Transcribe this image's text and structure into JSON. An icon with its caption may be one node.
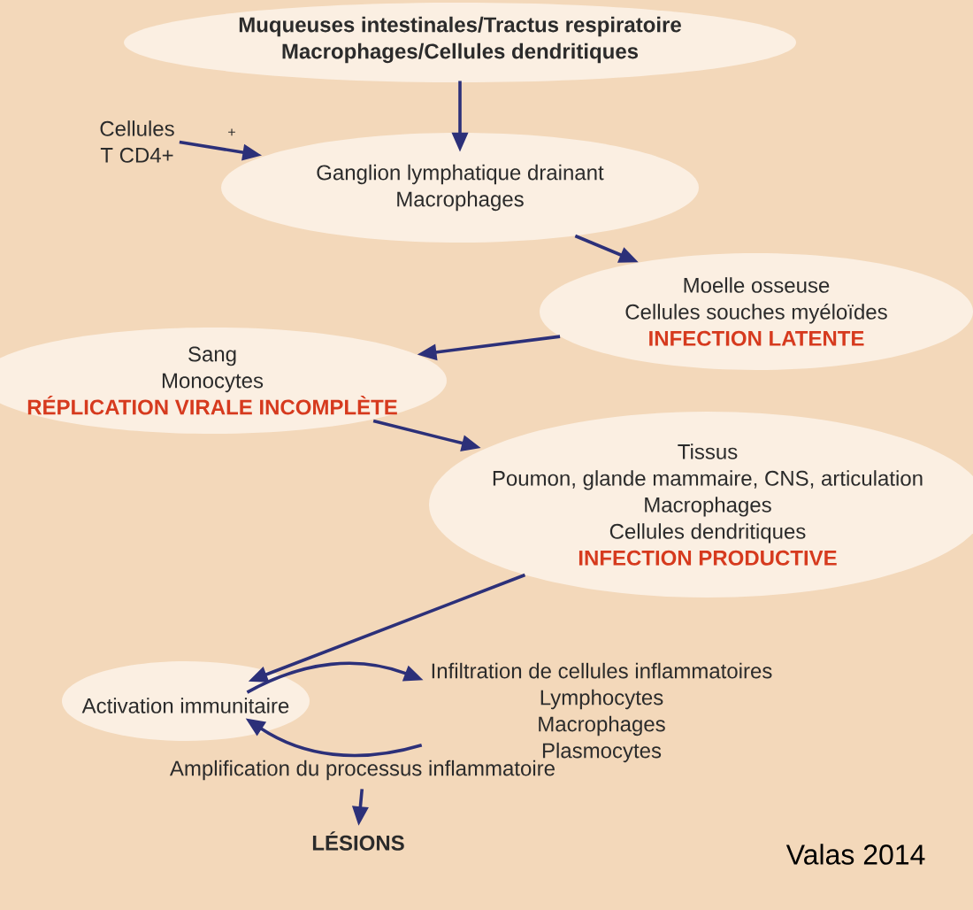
{
  "diagram": {
    "nodes": [
      {
        "text": [
          "Muqueuses intestinales/Tractus respiratoire",
          "Macrophages/Cellules dendritiques"
        ]
      },
      {
        "text": [
          "Cellules",
          "T CD4+"
        ]
      },
      {
        "text": [
          "Ganglion lymphatique drainant",
          "Macrophages"
        ]
      },
      {
        "text": [
          "Moelle osseuse",
          "Cellules souches myéloïdes",
          "INFECTION LATENTE"
        ]
      },
      {
        "text": [
          "Sang",
          "Monocytes",
          "RÉPLICATION VIRALE INCOMPLÈTE"
        ]
      },
      {
        "text": [
          "Tissus",
          "Poumon, glande mammaire, CNS, articulation",
          "Macrophages",
          "Cellules dendritiques",
          "INFECTION PRODUCTIVE"
        ]
      },
      {
        "text": [
          "Activation immunitaire"
        ]
      },
      {
        "text": [
          "Infiltration de cellules  inflammatoires",
          "Lymphocytes",
          "Macrophages",
          "Plasmocytes"
        ]
      },
      {
        "text": [
          "Amplification du processus inflammatoire"
        ]
      },
      {
        "text": [
          "LÉSIONS"
        ]
      }
    ],
    "edges": [
      {
        "from": 0,
        "to": 2,
        "arrow": "to"
      },
      {
        "from": 1,
        "to": 2,
        "arrow": "to",
        "label": "+"
      },
      {
        "from": 2,
        "to": 3,
        "arrow": "to"
      },
      {
        "from": 3,
        "to": 4,
        "arrow": "to"
      },
      {
        "from": 4,
        "to": 5,
        "arrow": "to"
      },
      {
        "from": 5,
        "to": 6,
        "arrow": "to"
      },
      {
        "from": 6,
        "to": 7,
        "arrow": "to"
      },
      {
        "from": 7,
        "to": 6,
        "arrow": "to"
      },
      {
        "from": 8,
        "to": 9,
        "arrow": "to"
      }
    ],
    "labels": [
      "Valas 2014"
    ]
  }
}
